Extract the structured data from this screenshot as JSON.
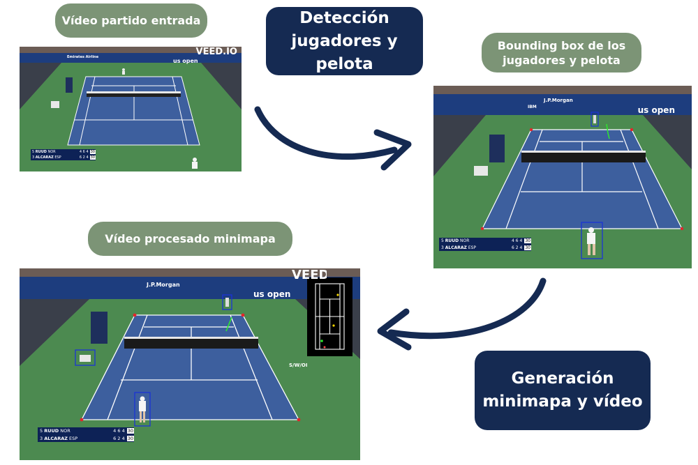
{
  "labels": {
    "input_video": "Vídeo partido entrada",
    "detection": [
      "Detección",
      "jugadores y",
      "pelota"
    ],
    "bounding_box": [
      "Bounding box de los",
      "jugadores y pelota"
    ],
    "processed_video": "Vídeo procesado minimapa",
    "generation": [
      "Generación",
      "minimapa y vídeo"
    ]
  },
  "watermark": "VEED.IO",
  "scoreboard": {
    "rows": [
      {
        "seed": "5",
        "name": "RUUD",
        "country": "NOR",
        "sets": [
          "4",
          "6",
          "4"
        ],
        "game": "30"
      },
      {
        "seed": "3",
        "name": "ALCARAZ",
        "country": "ESP",
        "sets": [
          "6",
          "2",
          "4"
        ],
        "game": "30"
      }
    ]
  },
  "banners": {
    "sponsors": [
      "Emirates Airline",
      "J.P.Morgan",
      "us open",
      "IBM"
    ],
    "court_logo": "S/W/OI"
  },
  "colors": {
    "green_pill": "#7c9476",
    "navy_box": "#152a52",
    "arrow": "#152a52",
    "court_blue": "#3d5f9e",
    "court_green": "#4c8a50",
    "bbox_blue": "#1b33d6",
    "ball_green": "#2ee82e",
    "corner_red": "#e3262b"
  }
}
